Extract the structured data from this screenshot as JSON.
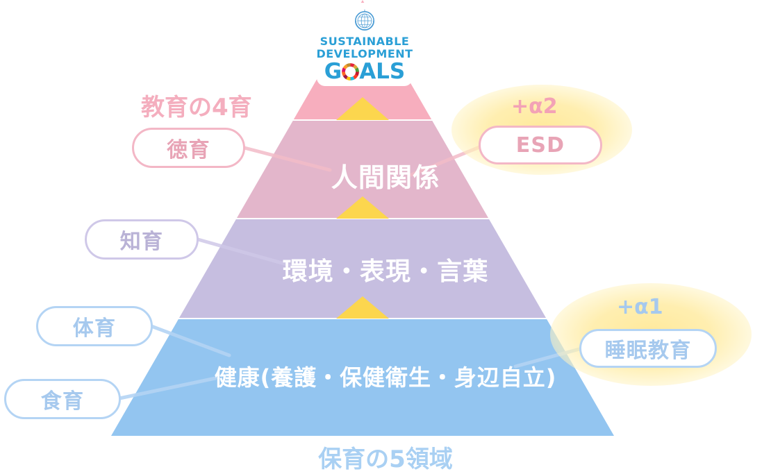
{
  "title_caption_left": "教育の4育",
  "bottom_caption": "保育の5領域",
  "sdg_logo": {
    "line1": "SUSTAINABLE",
    "line2": "DEVELOPMENT",
    "line3_pre": "G",
    "line3_post": "ALS",
    "alt": "sustainable-development-goals-logo"
  },
  "pyramid": {
    "bands": [
      {
        "id": "band-top",
        "label": "",
        "color": "#F7AEBE"
      },
      {
        "id": "band-human",
        "label": "人間関係",
        "color": "#E3B6CB"
      },
      {
        "id": "band-env",
        "label": "環境・表現・言葉",
        "color": "#C6BEE0"
      },
      {
        "id": "band-health",
        "label": "健康(養護・保健衛生・身辺自立)",
        "color": "#93C5F0"
      }
    ],
    "connector_color_pink": "#F3BCC8",
    "connector_color_purple": "#CFC8E8",
    "connector_color_blue": "#B4D4F4",
    "divider_triangle_color": "#FCD64E"
  },
  "labels": {
    "left": [
      {
        "id": "tokuiku",
        "text": "徳育",
        "style": "pink"
      },
      {
        "id": "chiiku",
        "text": "知育",
        "style": "purple"
      },
      {
        "id": "taiiku",
        "text": "体育",
        "style": "blue"
      },
      {
        "id": "shokuiku",
        "text": "食育",
        "style": "blue"
      }
    ],
    "right": [
      {
        "id": "esd",
        "text": "ESD",
        "style": "pink",
        "badge": "+α2"
      },
      {
        "id": "suimin",
        "text": "睡眠教育",
        "style": "blue",
        "badge": "+α1"
      }
    ]
  },
  "badges": {
    "alpha2": "+α2",
    "alpha1": "+α1"
  },
  "colors": {
    "pink": "#F3B7C6",
    "pink_text": "#F0A8BA",
    "purple": "#CFC8E8",
    "purple_text": "#B9B2D6",
    "blue": "#B4D4F4",
    "blue_text": "#A6C9EE",
    "yellow_glow": "#FFE896",
    "sdg_blue": "#2A9FD6",
    "white": "#FFFFFF"
  }
}
